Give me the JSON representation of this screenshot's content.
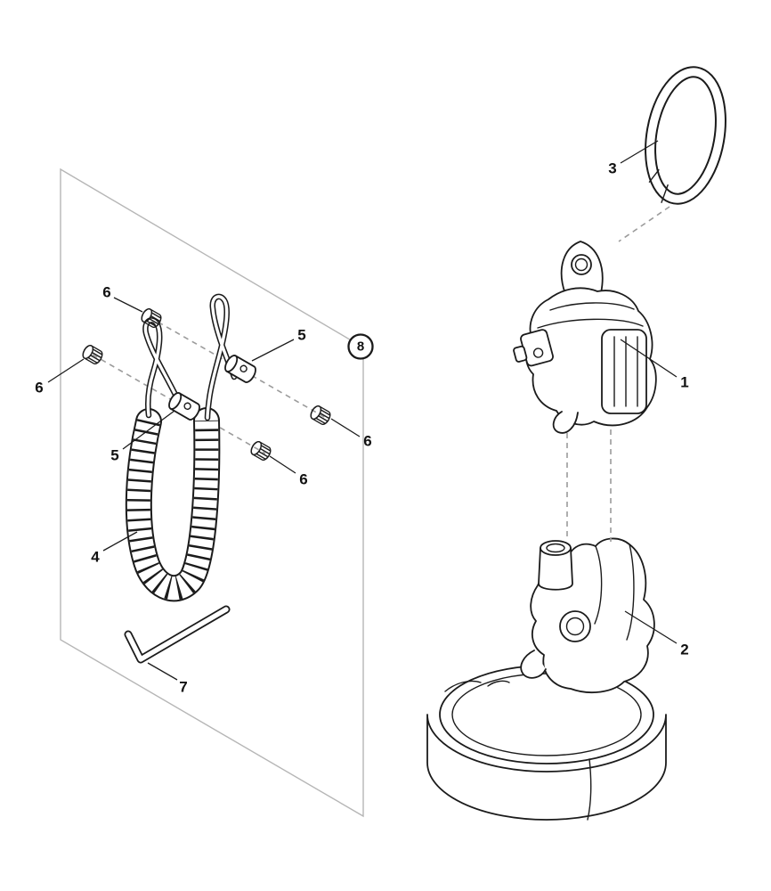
{
  "colors": {
    "background": "#ffffff",
    "line": "#1b1b1b",
    "guide": "#9b9b9b",
    "panel": "#b6b6b6",
    "label": "#111111"
  },
  "callouts": {
    "c1": {
      "label": "1"
    },
    "c2": {
      "label": "2"
    },
    "c3": {
      "label": "3"
    },
    "c4": {
      "label": "4"
    },
    "c5a": {
      "label": "5"
    },
    "c5b": {
      "label": "5"
    },
    "c6a": {
      "label": "6"
    },
    "c6b": {
      "label": "6"
    },
    "c6c": {
      "label": "6"
    },
    "c6d": {
      "label": "6"
    },
    "c7": {
      "label": "7"
    },
    "c8": {
      "label": "8"
    }
  }
}
